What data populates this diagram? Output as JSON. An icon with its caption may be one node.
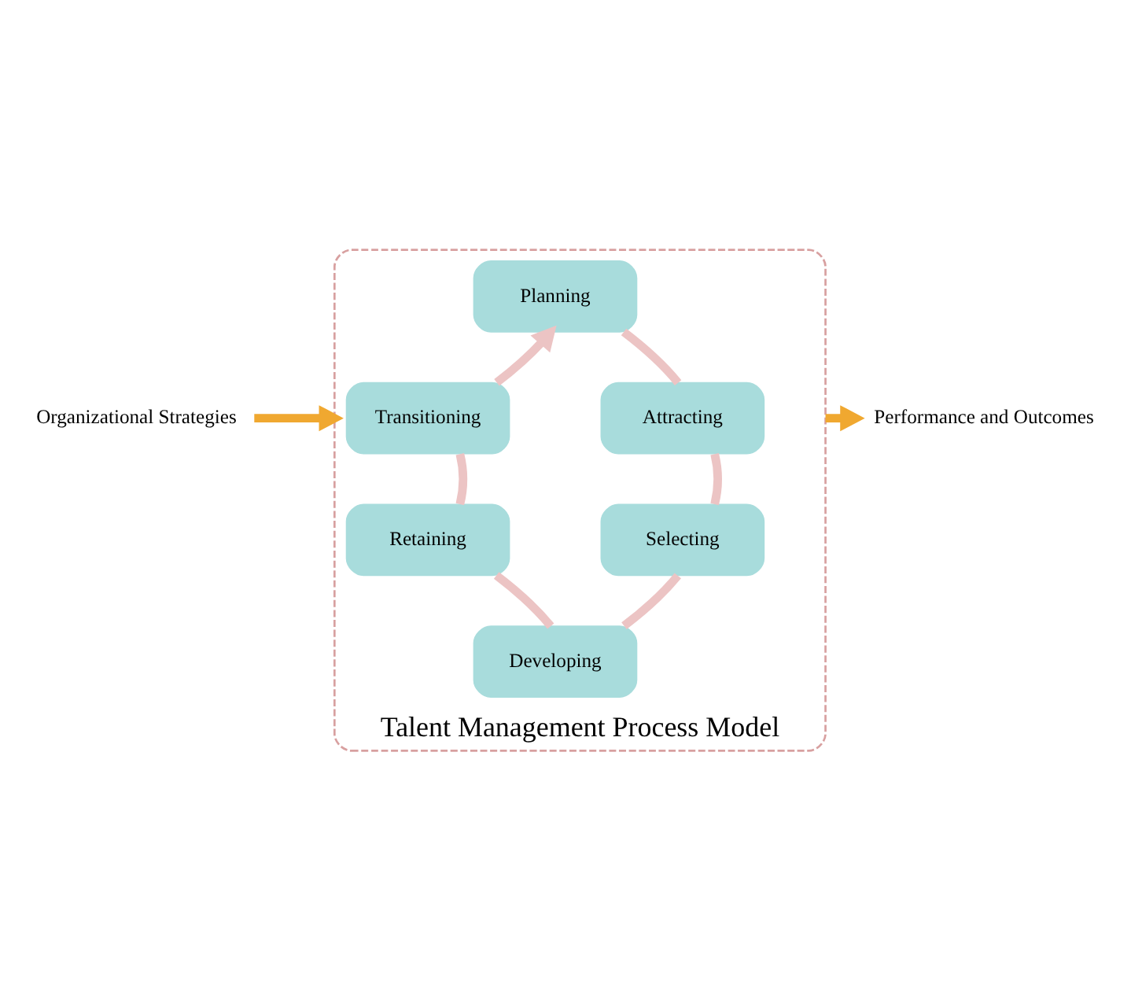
{
  "diagram": {
    "nodes": [
      {
        "text": [
          "Talent Management Process Model"
        ]
      },
      {
        "text": [
          "Planning"
        ],
        "in": 0
      },
      {
        "text": [
          "Attracting"
        ],
        "in": 0
      },
      {
        "text": [
          "Selecting"
        ],
        "in": 0
      },
      {
        "text": [
          "Developing"
        ],
        "in": 0
      },
      {
        "text": [
          "Retaining"
        ],
        "in": 0
      },
      {
        "text": [
          "Transitioning"
        ],
        "in": 0
      },
      {
        "text": [
          "Organizational Strategies"
        ]
      },
      {
        "text": [
          "Performance and Outcomes"
        ]
      }
    ],
    "edges": [
      {
        "from": 1,
        "to": 2,
        "arrow": "none",
        "color": "#ecc4c4"
      },
      {
        "from": 2,
        "to": 3,
        "arrow": "none",
        "color": "#ecc4c4"
      },
      {
        "from": 3,
        "to": 4,
        "arrow": "none",
        "color": "#ecc4c4"
      },
      {
        "from": 4,
        "to": 5,
        "arrow": "none",
        "color": "#ecc4c4"
      },
      {
        "from": 5,
        "to": 6,
        "arrow": "none",
        "color": "#ecc4c4"
      },
      {
        "from": 6,
        "to": 1,
        "arrow": "to",
        "color": "#ecc4c4"
      },
      {
        "from": 7,
        "to": 0,
        "arrow": "to",
        "color": "#f0a830"
      },
      {
        "from": 0,
        "to": 8,
        "arrow": "to",
        "color": "#f0a830"
      }
    ]
  }
}
